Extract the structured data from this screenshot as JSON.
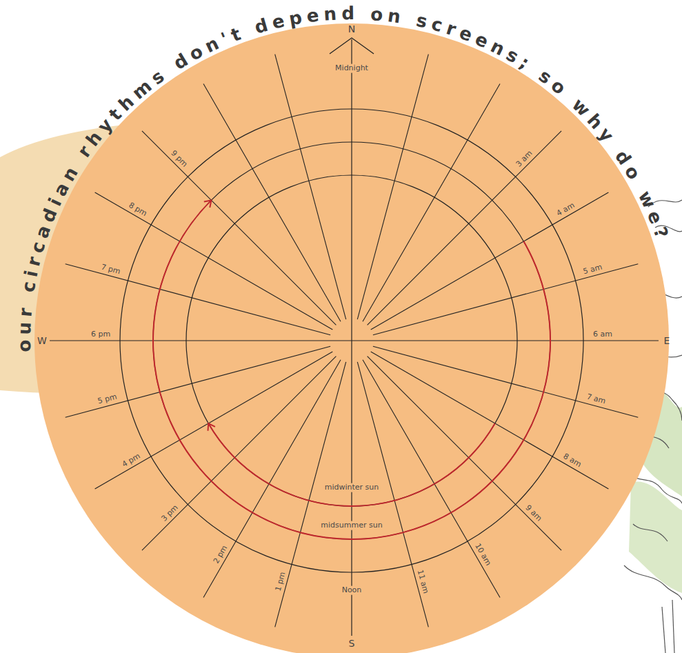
{
  "diagram": {
    "title": "our circadian rhythms don't depend on screens; so why do we?",
    "labels": [
      "N",
      "W",
      "E",
      "S",
      "Midnight",
      "3 am",
      "4 am",
      "5 am",
      "6 am",
      "7 am",
      "8 am",
      "9 am",
      "10 am",
      "11 am",
      "Noon",
      "1 pm",
      "2 pm",
      "3 pm",
      "4 pm",
      "5 pm",
      "6 pm",
      "7 pm",
      "8 pm",
      "9 pm",
      "midwinter sun",
      "midsummer sun"
    ]
  }
}
